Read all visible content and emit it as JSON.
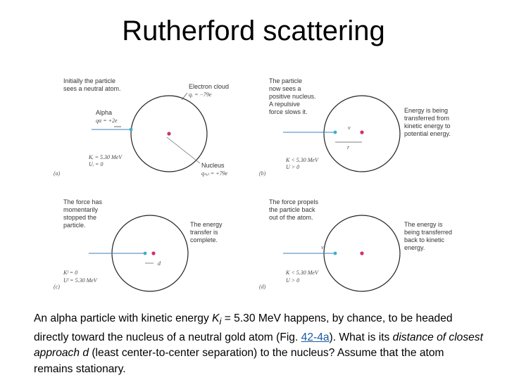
{
  "slide": {
    "title": "Rutherford scattering"
  },
  "figure": {
    "panel_a": {
      "tag": "(a)",
      "text_initial": [
        "Initially the particle",
        "sees a neutral atom."
      ],
      "electron_cloud": "Electron cloud",
      "electron_charge": "qₑ = −79e",
      "alpha": "Alpha",
      "alpha_charge": "qα = +2e",
      "ki": "Kᵢ = 5.30 MeV",
      "ui": "Uᵢ = 0",
      "nucleus": "Nucleus",
      "nucleus_charge": "qₙᵤₗ = +79e"
    },
    "panel_b": {
      "tag": "(b)",
      "text_left": [
        "The particle",
        "now sees a",
        "positive nucleus.",
        "A repulsive",
        "force slows it."
      ],
      "text_right": [
        "Energy is being",
        "transferred from",
        "kinetic energy to",
        "potential energy."
      ],
      "velocity": "v",
      "r_label": "r",
      "k": "K < 5.30 MeV",
      "u": "U > 0"
    },
    "panel_c": {
      "tag": "(c)",
      "text_left": [
        "The force has",
        "momentarily",
        "stopped the",
        "particle."
      ],
      "text_right": [
        "The energy",
        "transfer is",
        "complete."
      ],
      "d_label": "d",
      "kf": "Kᶠ = 0",
      "uf": "Uᶠ = 5.30 MeV"
    },
    "panel_d": {
      "tag": "(d)",
      "text_left": [
        "The force propels",
        "the particle back",
        "out of the atom."
      ],
      "text_right": [
        "The energy is",
        "being transferred",
        "back to kinetic",
        "energy."
      ],
      "velocity": "v",
      "k": "K < 5.30 MeV",
      "u": "U > 0"
    }
  },
  "problem": {
    "p1": "An alpha particle with kinetic energy ",
    "ki_symbol": "K",
    "ki_sub": "i",
    "p2": " = 5.30 MeV happens, by chance, to be headed directly toward the nucleus of a neutral gold atom (Fig. ",
    "fig_link": "42-4a",
    "p3": "). What is its ",
    "emph1": "distance of closest approach d",
    "p4": " (least center-to-center separation) to the nucleus? Assume that the atom remains stationary."
  }
}
